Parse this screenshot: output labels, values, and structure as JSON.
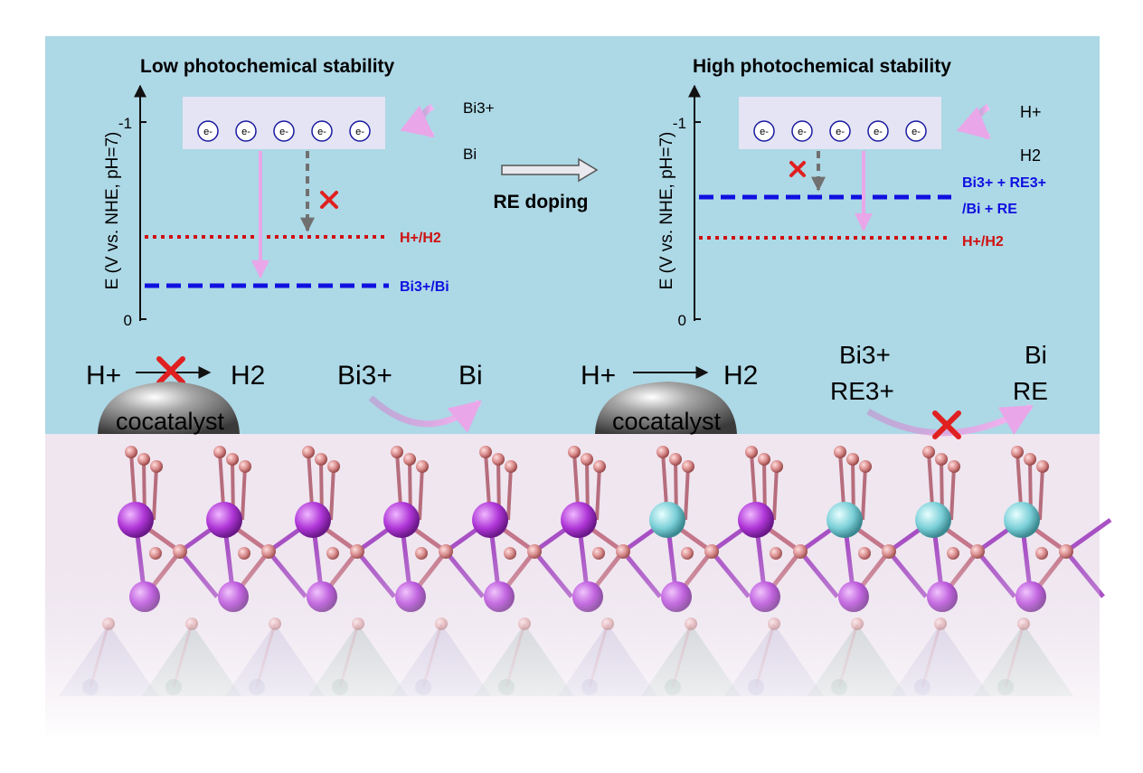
{
  "panel_left": {
    "title": "Low photochemical stability",
    "axis_label": "E (V vs. NHE, pH=7)",
    "tick_top": "-1",
    "tick_bottom": "0",
    "electron_symbol": "e-",
    "electron_count": 5,
    "reaction_from": "Bi3+",
    "reaction_to": "Bi",
    "level_h": "H+/H2",
    "level_bi": "Bi3+/Bi"
  },
  "middle": {
    "arrow_label": "RE doping"
  },
  "panel_right": {
    "title": "High photochemical stability",
    "axis_label": "E (V vs. NHE, pH=7)",
    "tick_top": "-1",
    "tick_bottom": "0",
    "electron_symbol": "e-",
    "electron_count": 5,
    "reaction_from": "H+",
    "reaction_to": "H2",
    "level_re_line1": "Bi3+ + RE3+",
    "level_re_line2": "/Bi + RE",
    "level_h": "H+/H2"
  },
  "bottom_left": {
    "reactant": "H+",
    "product": "H2",
    "cocatalyst": "cocatalyst",
    "from": "Bi3+",
    "to": "Bi"
  },
  "bottom_right": {
    "reactant": "H+",
    "product": "H2",
    "cocatalyst": "cocatalyst",
    "from_1": "Bi3+",
    "from_2": "RE3+",
    "to_1": "Bi",
    "to_2": "RE"
  },
  "colors": {
    "background_top": "#add8e6",
    "background_bottom": "#efe6f0",
    "blue_level": "#1010e0",
    "red_level": "#d01010",
    "pink_arrow": "#e9a6e8",
    "gray_arrow": "#707070",
    "cross": "#e02020",
    "bi_atom": "#a030c8",
    "re_atom": "#70c8d0",
    "o_atom": "#d88888"
  }
}
